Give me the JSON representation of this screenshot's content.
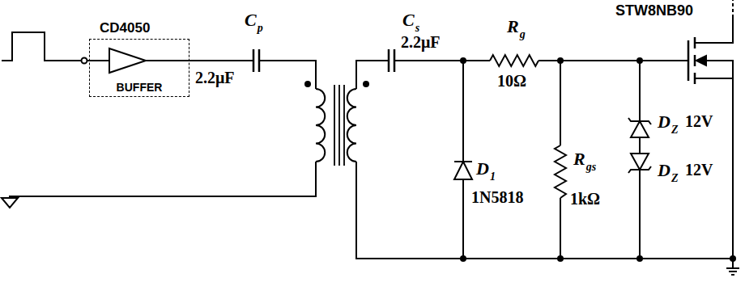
{
  "diagram": {
    "nodes": [
      {
        "text": [
          "CD4050",
          "BUFFER"
        ]
      }
    ],
    "labels": [
      "C",
      "p",
      "2.2μF",
      "C",
      "s",
      "2.2μF",
      "R",
      "g",
      "10Ω",
      "D",
      "1",
      "1N5818",
      "R",
      "gs",
      "1kΩ",
      "D",
      "Z",
      "12V",
      "D",
      "Z",
      "12V",
      "STW8NB90"
    ]
  }
}
